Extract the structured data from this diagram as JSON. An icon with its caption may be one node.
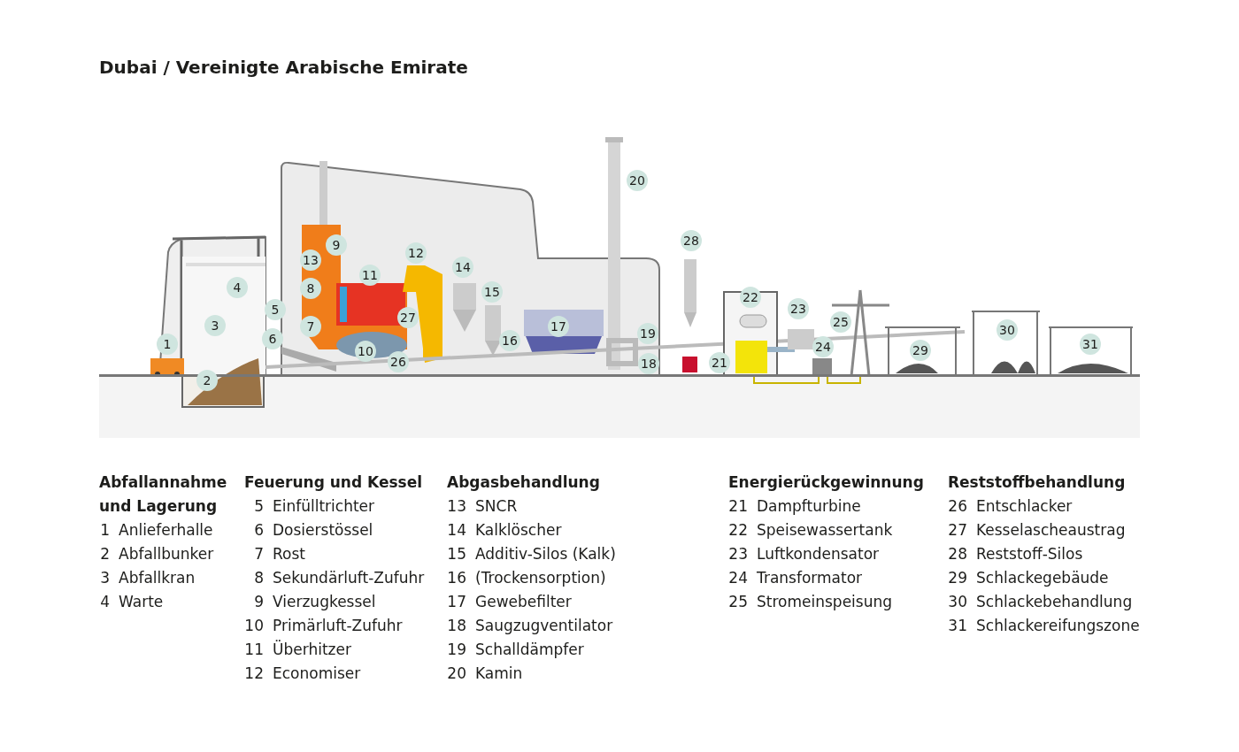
{
  "diagram": {
    "title": "Dubai / Vereinigte Arabische Emirate",
    "labels": [
      "20",
      "28",
      "9",
      "12",
      "13",
      "14",
      "22",
      "11",
      "4",
      "15",
      "23",
      "8",
      "25",
      "5",
      "3",
      "17",
      "27",
      "7",
      "30",
      "31",
      "19",
      "1",
      "6",
      "16",
      "24",
      "10",
      "29",
      "26",
      "18",
      "21",
      "2",
      "Abfallannahme und Lagerung",
      "1",
      "Anlieferhalle",
      "2",
      "Abfallbunker",
      "3",
      "Abfallkran",
      "4",
      "Warte",
      "Feuerung und Kessel",
      "5",
      "Einfülltrichter",
      "6",
      "Dosierstössel",
      "7",
      "Rost",
      "8",
      "Sekundärluft-Zufuhr",
      "9",
      "Vierzugkessel",
      "10",
      "Primärluft-Zufuhr",
      "11",
      "Überhitzer",
      "12",
      "Economiser",
      "Abgasbehandlung",
      "13",
      "SNCR",
      "14",
      "Kalklöscher",
      "15",
      "Additiv-Silos (Kalk)",
      "16",
      "(Trockensorption)",
      "17",
      "Gewebefilter",
      "18",
      "Saugzugventilator",
      "19",
      "Schalldämpfer",
      "20",
      "Kamin",
      "Energierückgewinnung",
      "21",
      "Dampfturbine",
      "22",
      "Speisewassertank",
      "23",
      "Luftkondensator",
      "24",
      "Transformator",
      "25",
      "Stromeinspeisung",
      "Reststoffbehandlung",
      "26",
      "Entschlacker",
      "27",
      "Kesselascheaustrag",
      "28",
      "Reststoff-Silos",
      "29",
      "Schlackegebäude",
      "30",
      "Schlackebehandlung",
      "31",
      "Schlackereifungszone"
    ]
  }
}
